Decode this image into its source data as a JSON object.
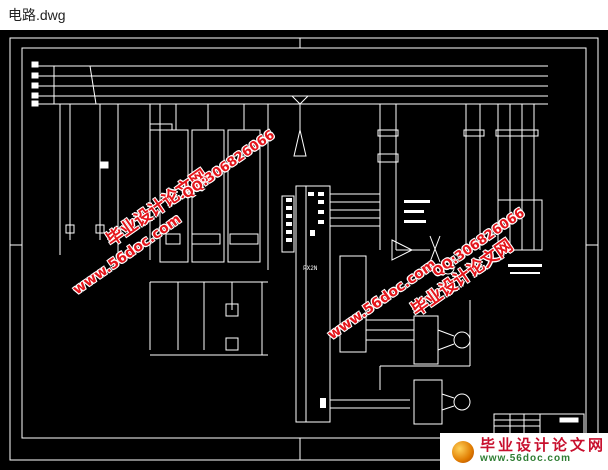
{
  "window": {
    "title": "电路.dwg"
  },
  "drawing": {
    "plc_label": "FX2N",
    "colors": {
      "background": "#000000",
      "lines": "#ffffff",
      "watermark": "#e4151b"
    }
  },
  "watermarks": {
    "site_cn": "毕业设计论文网",
    "site_url": "www.56doc.com",
    "qq": "QQ:306826066"
  }
}
